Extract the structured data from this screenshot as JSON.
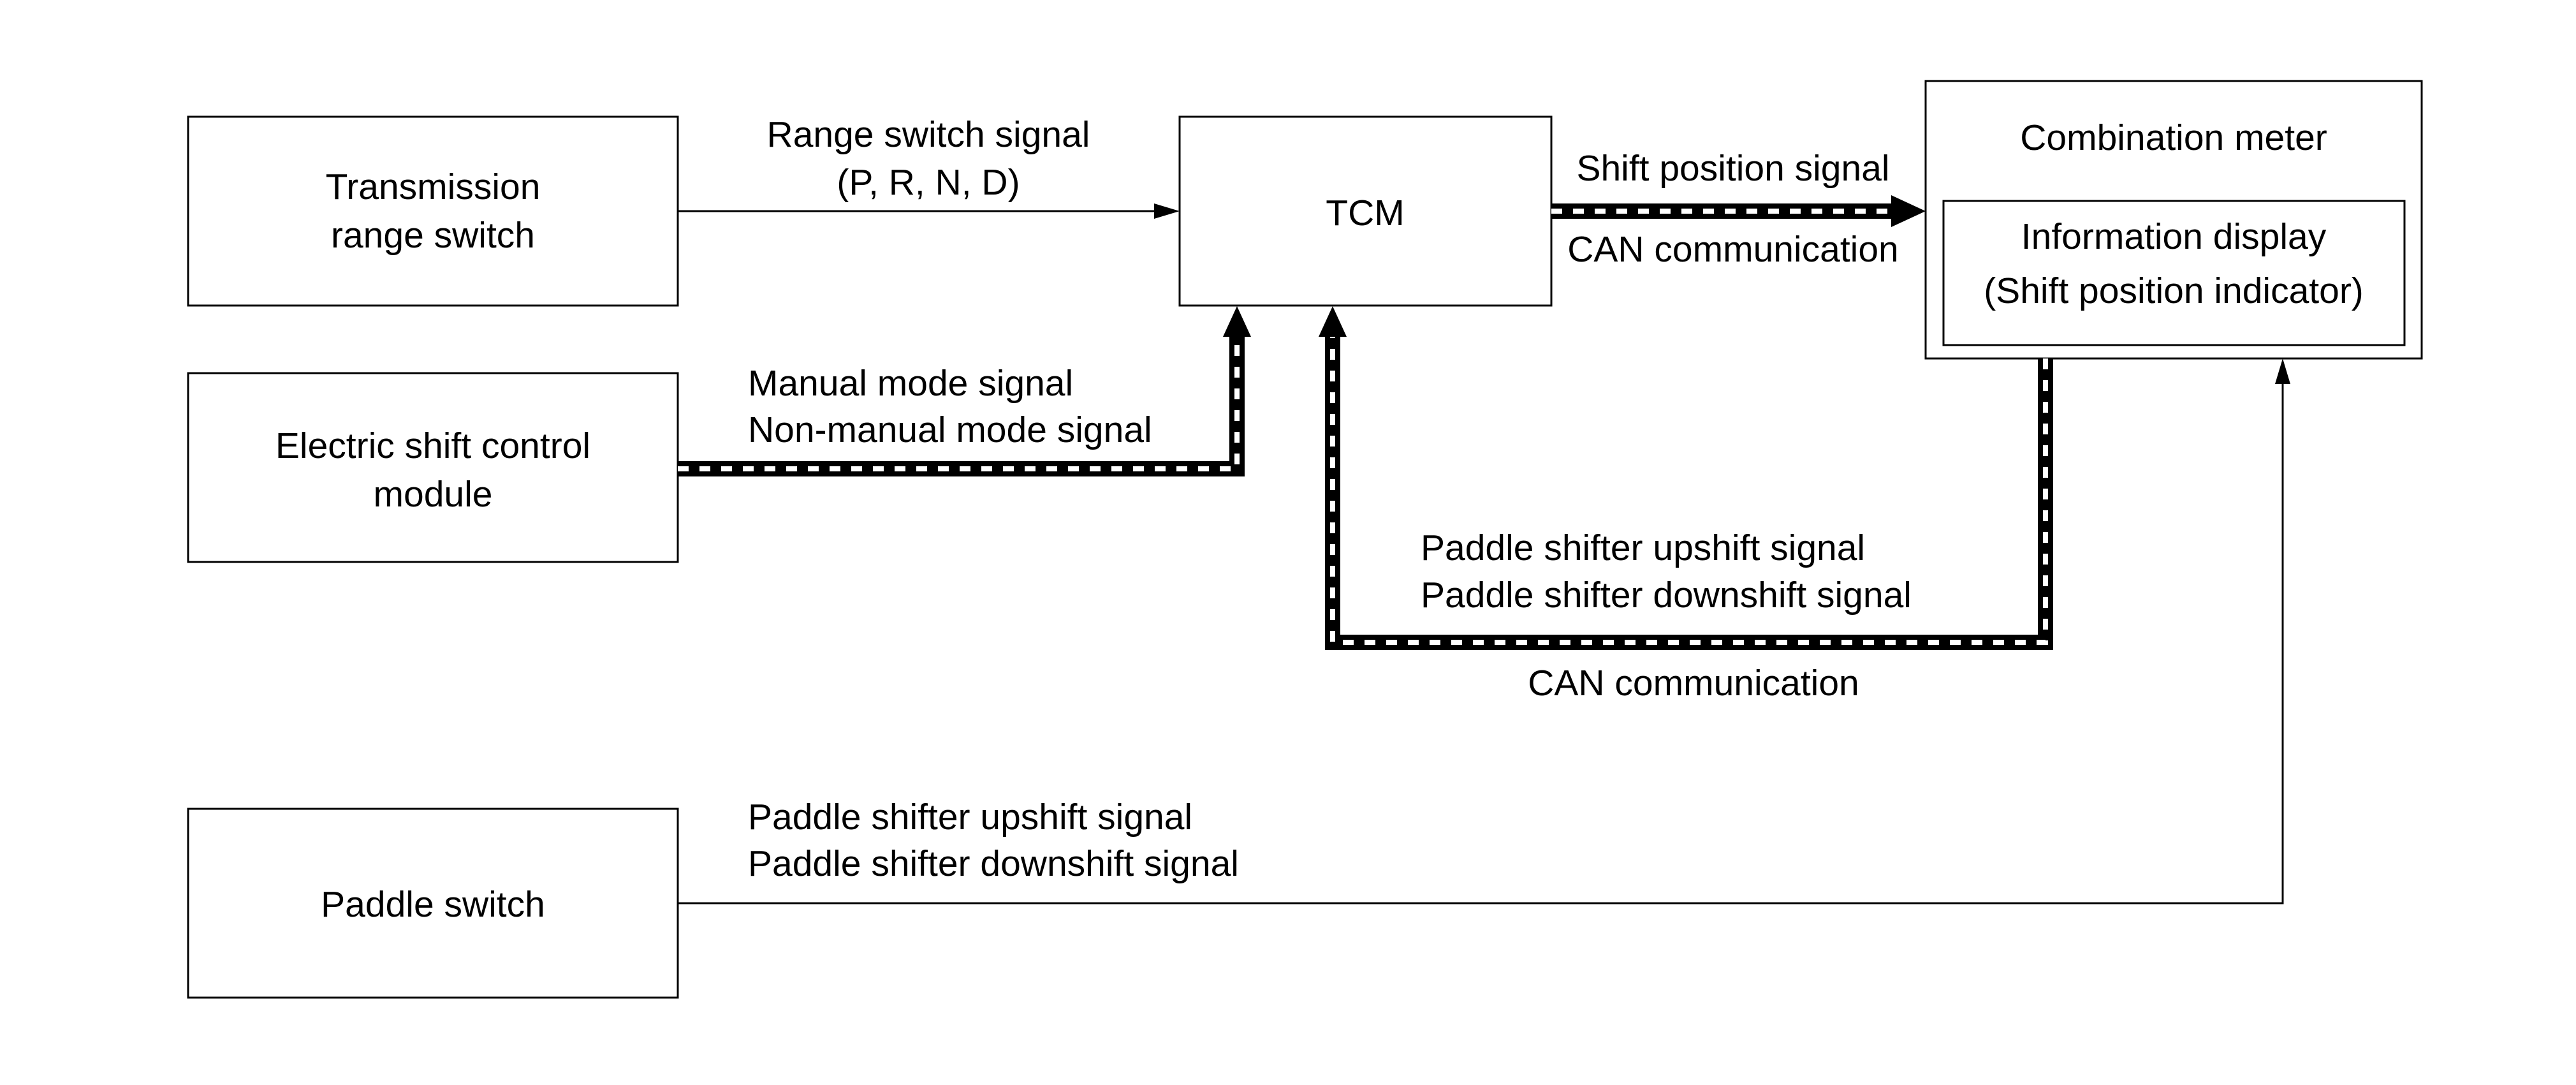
{
  "nodes": {
    "transmission_range_switch": {
      "line1": "Transmission",
      "line2": "range switch"
    },
    "electric_shift_control_module": {
      "line1": "Electric shift control",
      "line2": "module"
    },
    "paddle_switch": {
      "label": "Paddle switch"
    },
    "tcm": {
      "label": "TCM"
    },
    "combination_meter": {
      "label": "Combination meter"
    },
    "information_display": {
      "line1": "Information display",
      "line2": "(Shift position indicator)"
    }
  },
  "edges": {
    "range_switch_signal": {
      "line1": "Range switch signal",
      "line2": "(P, R, N, D)"
    },
    "mode_signal": {
      "line1": "Manual mode signal",
      "line2": "Non-manual mode signal"
    },
    "shift_position_signal": {
      "line1": "Shift position signal",
      "line2": "CAN communication"
    },
    "paddle_can_signal": {
      "line1": "Paddle shifter upshift signal",
      "line2": "Paddle shifter downshift signal",
      "line3": "CAN communication"
    },
    "paddle_switch_signal": {
      "line1": "Paddle shifter upshift signal",
      "line2": "Paddle shifter downshift signal"
    }
  },
  "colors": {
    "line": "#000000",
    "background": "#ffffff"
  }
}
